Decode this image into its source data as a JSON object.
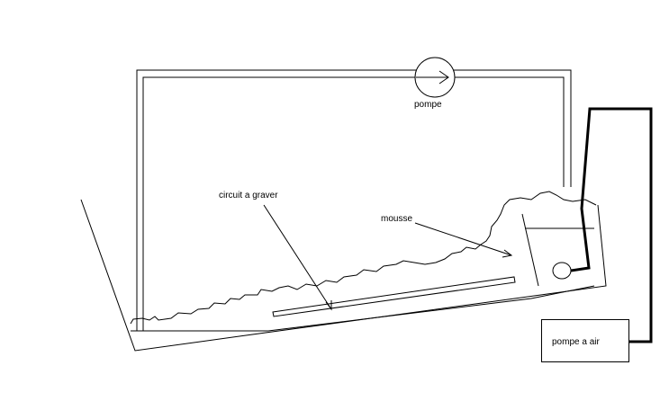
{
  "labels": {
    "pump": "pompe",
    "circuit": "circuit a graver",
    "foam": "mousse",
    "air_pump": "pompe a air"
  },
  "colors": {
    "line": "#000000",
    "background": "#ffffff"
  }
}
